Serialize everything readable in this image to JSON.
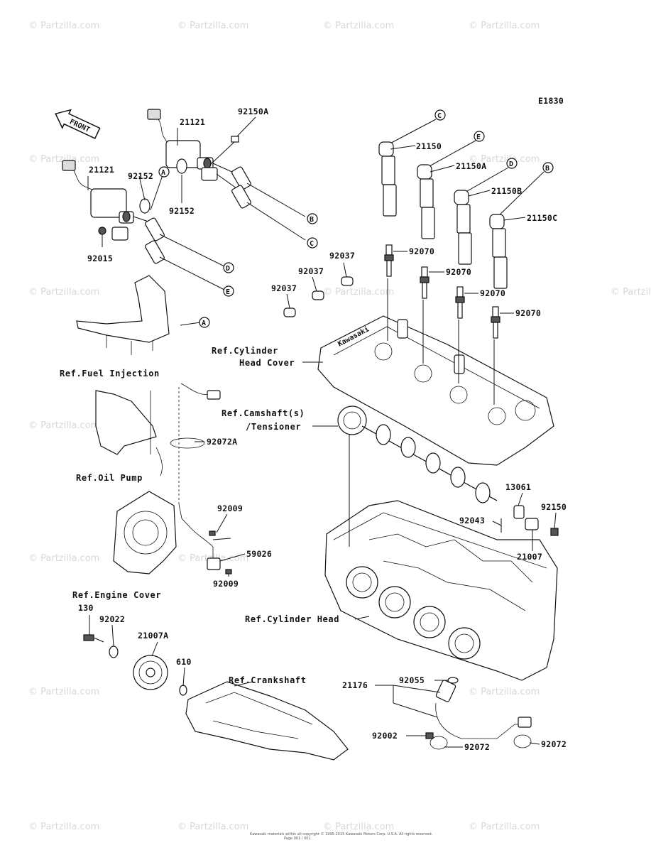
{
  "diagram_code": "E1830",
  "front_label": "FRONT",
  "watermark": "© Partzilla.com",
  "footer_line1": "Kawasaki materials within all copyright © 1995-2015 Kawasaki Motors Corp. U.S.A. All rights reserved.",
  "footer_line2": "Page 001 / 001",
  "parts": {
    "p21121_a": "21121",
    "p21121_b": "21121",
    "p92150A": "92150A",
    "p92152_a": "92152",
    "p92152_b": "92152",
    "p92015": "92015",
    "p21150": "21150",
    "p21150A": "21150A",
    "p21150B": "21150B",
    "p21150C": "21150C",
    "p92070_a": "92070",
    "p92070_b": "92070",
    "p92070_c": "92070",
    "p92070_d": "92070",
    "p92037_a": "92037",
    "p92037_b": "92037",
    "p92037_c": "92037",
    "p92072A": "92072A",
    "p13061": "13061",
    "p92150": "92150",
    "p92043": "92043",
    "p21007": "21007",
    "p92009_a": "92009",
    "p92009_b": "92009",
    "p59026": "59026",
    "p130": "130",
    "p92022": "92022",
    "p21007A": "21007A",
    "p610": "610",
    "p21176": "21176",
    "p92055": "92055",
    "p92002": "92002",
    "p92072_a": "92072",
    "p92072_b": "92072"
  },
  "refs": {
    "fuel_injection": "Ref.Fuel Injection",
    "oil_pump": "Ref.Oil Pump",
    "engine_cover": "Ref.Engine Cover",
    "cyl_head_cover_1": "Ref.Cylinder",
    "cyl_head_cover_2": "Head Cover",
    "camshaft_1": "Ref.Camshaft(s)",
    "camshaft_2": "/Tensioner",
    "cylinder_head": "Ref.Cylinder Head",
    "crankshaft": "Ref.Crankshaft"
  },
  "callouts": {
    "A": "A",
    "B": "B",
    "C": "C",
    "D": "D",
    "E": "E"
  }
}
